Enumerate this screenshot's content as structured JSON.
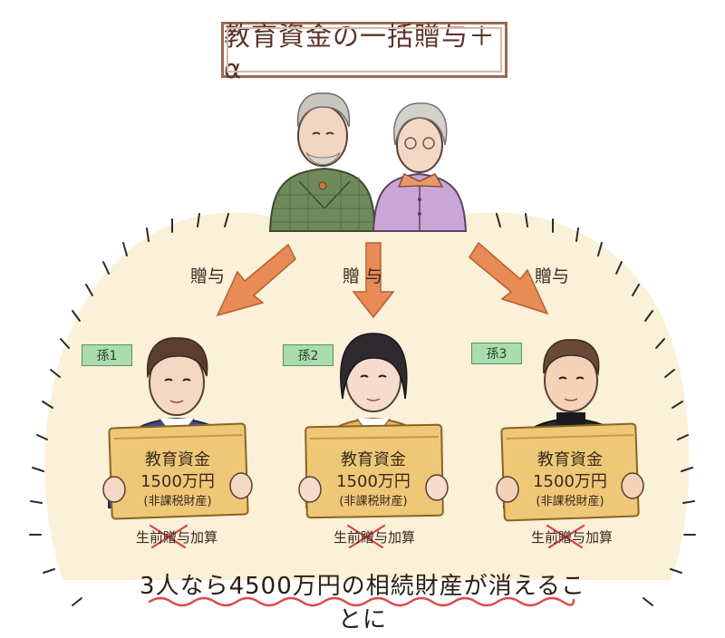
{
  "title": "教育資金の一括贈与＋α",
  "arrows": [
    {
      "label": "贈与"
    },
    {
      "label": "贈 与"
    },
    {
      "label": "贈与"
    }
  ],
  "grandchildren": [
    {
      "tag": "孫1",
      "box_title": "教育資金",
      "amount": "1500万円",
      "note": "(非課税財産)",
      "addition": "生前贈与加算"
    },
    {
      "tag": "孫2",
      "box_title": "教育資金",
      "amount": "1500万円",
      "note": "(非課税財産)",
      "addition": "生前贈与加算"
    },
    {
      "tag": "孫3",
      "box_title": "教育資金",
      "amount": "1500万円",
      "note": "(非課税財産)",
      "addition": "生前贈与加算"
    }
  ],
  "bottom_text": "3人なら4500万円の相続財産が消えることに",
  "colors": {
    "cream": "#fbf0d8",
    "arrow": "#e98b55",
    "tag": "#a9dcae",
    "box": "#efc877",
    "underline": "#e04848",
    "strike": "#d94040"
  }
}
